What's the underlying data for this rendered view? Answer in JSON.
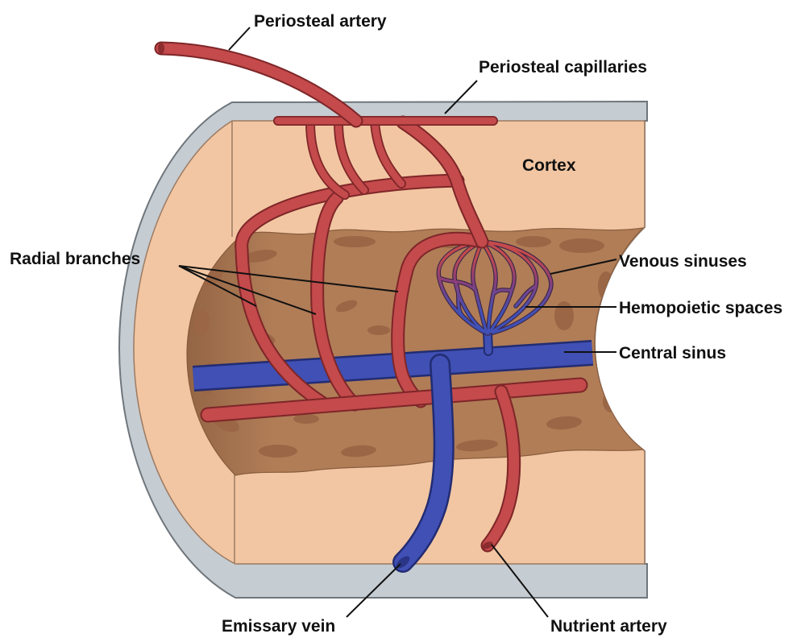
{
  "labels": {
    "periosteal_artery": "Periosteal artery",
    "periosteal_capillaries": "Periosteal capillaries",
    "cortex": "Cortex",
    "radial_branches": "Radial branches",
    "venous_sinuses": "Venous sinuses",
    "hemopoietic_spaces": "Hemopoietic spaces",
    "central_sinus": "Central sinus",
    "emissary_vein": "Emissary vein",
    "nutrient_artery": "Nutrient artery"
  },
  "colors": {
    "artery": "#c44a4c",
    "artery_outline": "#7e2628",
    "vein": "#4050b5",
    "vein_outline": "#222c72",
    "cortex": "#f2c6a2",
    "marrow": "#b07d57",
    "marrow_spots": "#9a6645",
    "periosteum": "#c5ccd2",
    "periosteum_outline": "#6f767c"
  }
}
